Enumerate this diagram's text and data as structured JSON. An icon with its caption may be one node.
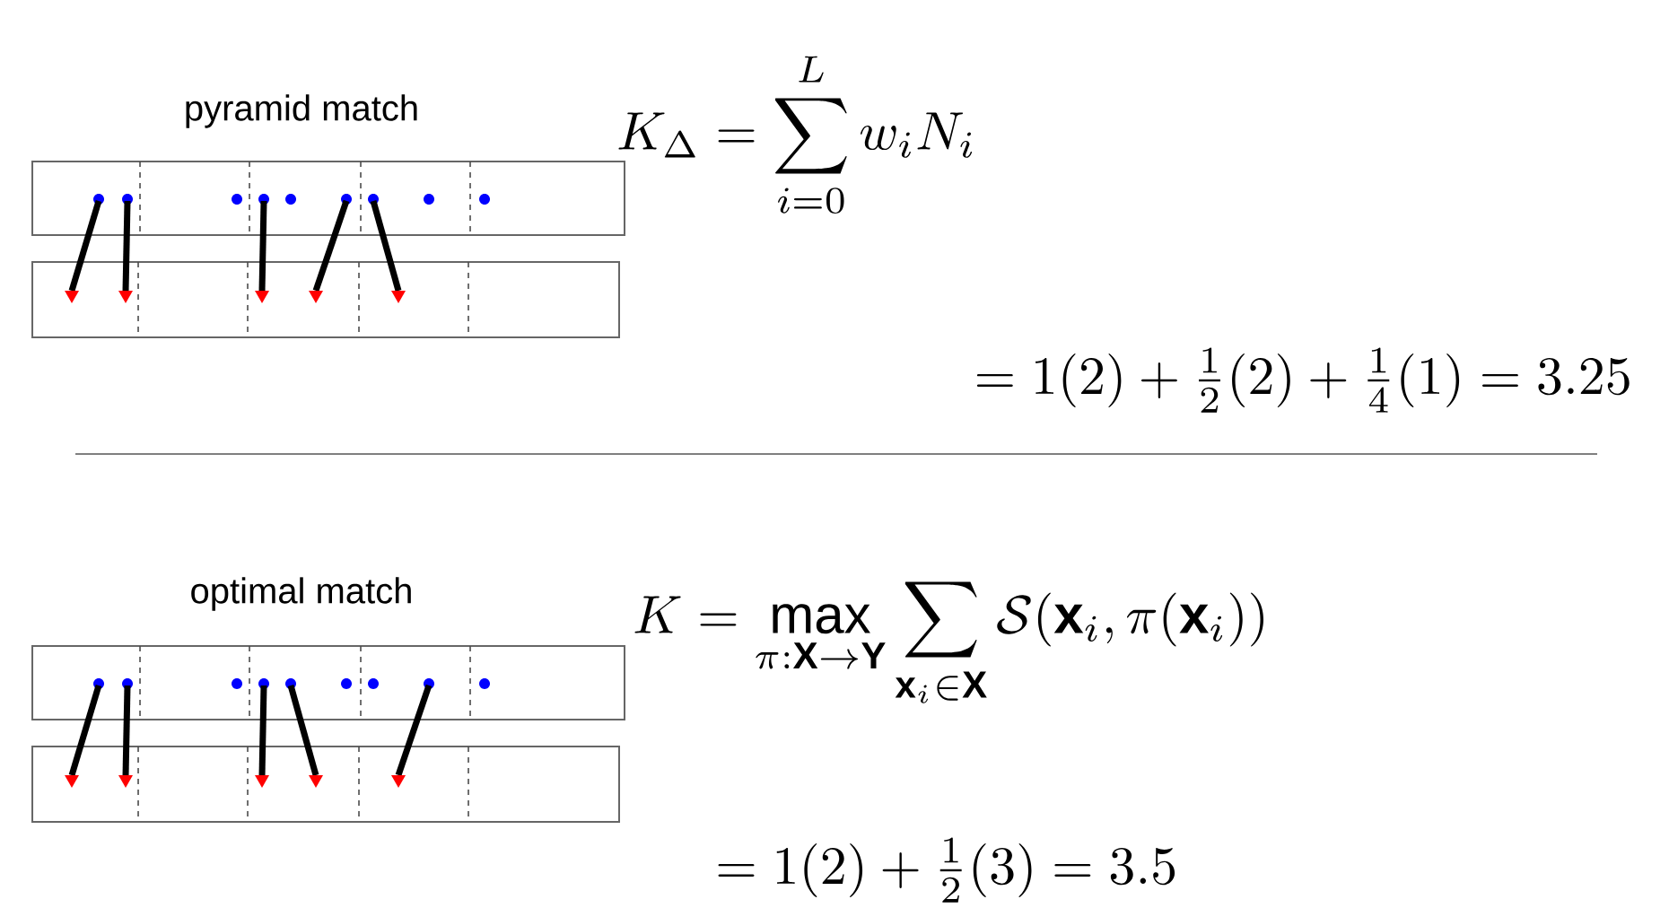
{
  "diagram": {
    "labels": [
      "pyramid match",
      "K_\\Delta = \\sum_{i=0}^{L} w_i N_i",
      "= 1(2) + \\tfrac{1}{2}(2) + \\tfrac{1}{4}(1) = 3.25",
      "optimal match",
      "K = \\max_{\\pi:\\mathbf{X}\\rightarrow\\mathbf{Y}} \\sum_{\\mathbf{x}_i\\in\\mathbf{X}} \\mathcal{S}(\\mathbf{x}_i, \\pi(\\mathbf{x}_i))",
      "= 1(2) + \\tfrac{1}{2}(3) = 3.5"
    ]
  }
}
